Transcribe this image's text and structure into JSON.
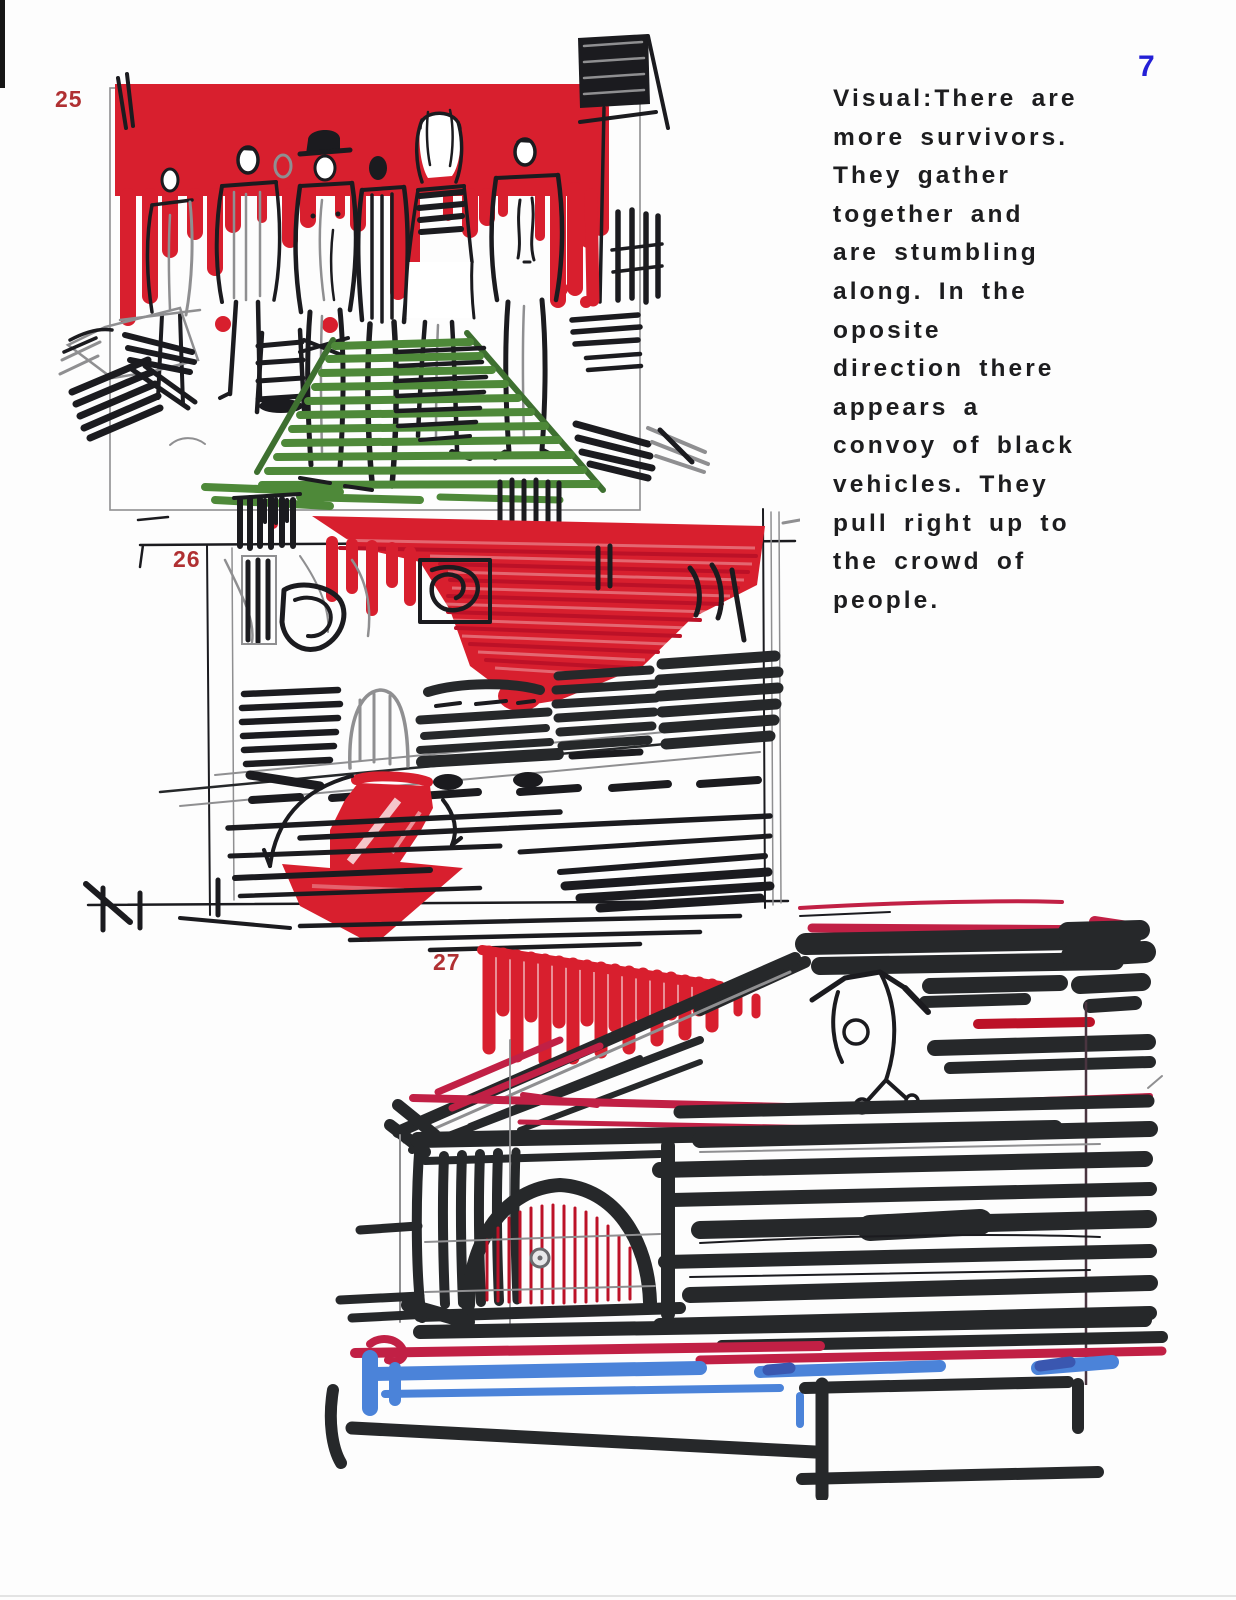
{
  "page": {
    "number": "7"
  },
  "caption": {
    "lines": [
      "Visual:There are",
      "more survivors.",
      "They gather",
      "together and",
      "are stumbling",
      "along. In the",
      "oposite",
      "direction there",
      "appears a",
      "convoy of black",
      "vehicles. They",
      "pull right up to",
      "the crowd of",
      "people."
    ]
  },
  "panels": [
    {
      "label": "25"
    },
    {
      "label": "26"
    },
    {
      "label": "27"
    }
  ],
  "colors": {
    "marker_red": "#d81f2e",
    "marker_red_dark": "#bc1127",
    "crimson": "#c12045",
    "marker_green": "#4e8939",
    "marker_green_dark": "#3e7030",
    "marker_blue": "#4b83d9",
    "marker_blue_dark": "#3a57b0",
    "ink_black": "#1b1b1f",
    "marker_black": "#26282a",
    "pencil_gray": "#8f8f91",
    "label_red": "#b03032",
    "page_number_blue": "#2420d6",
    "paper_white": "#fdfdfd"
  }
}
